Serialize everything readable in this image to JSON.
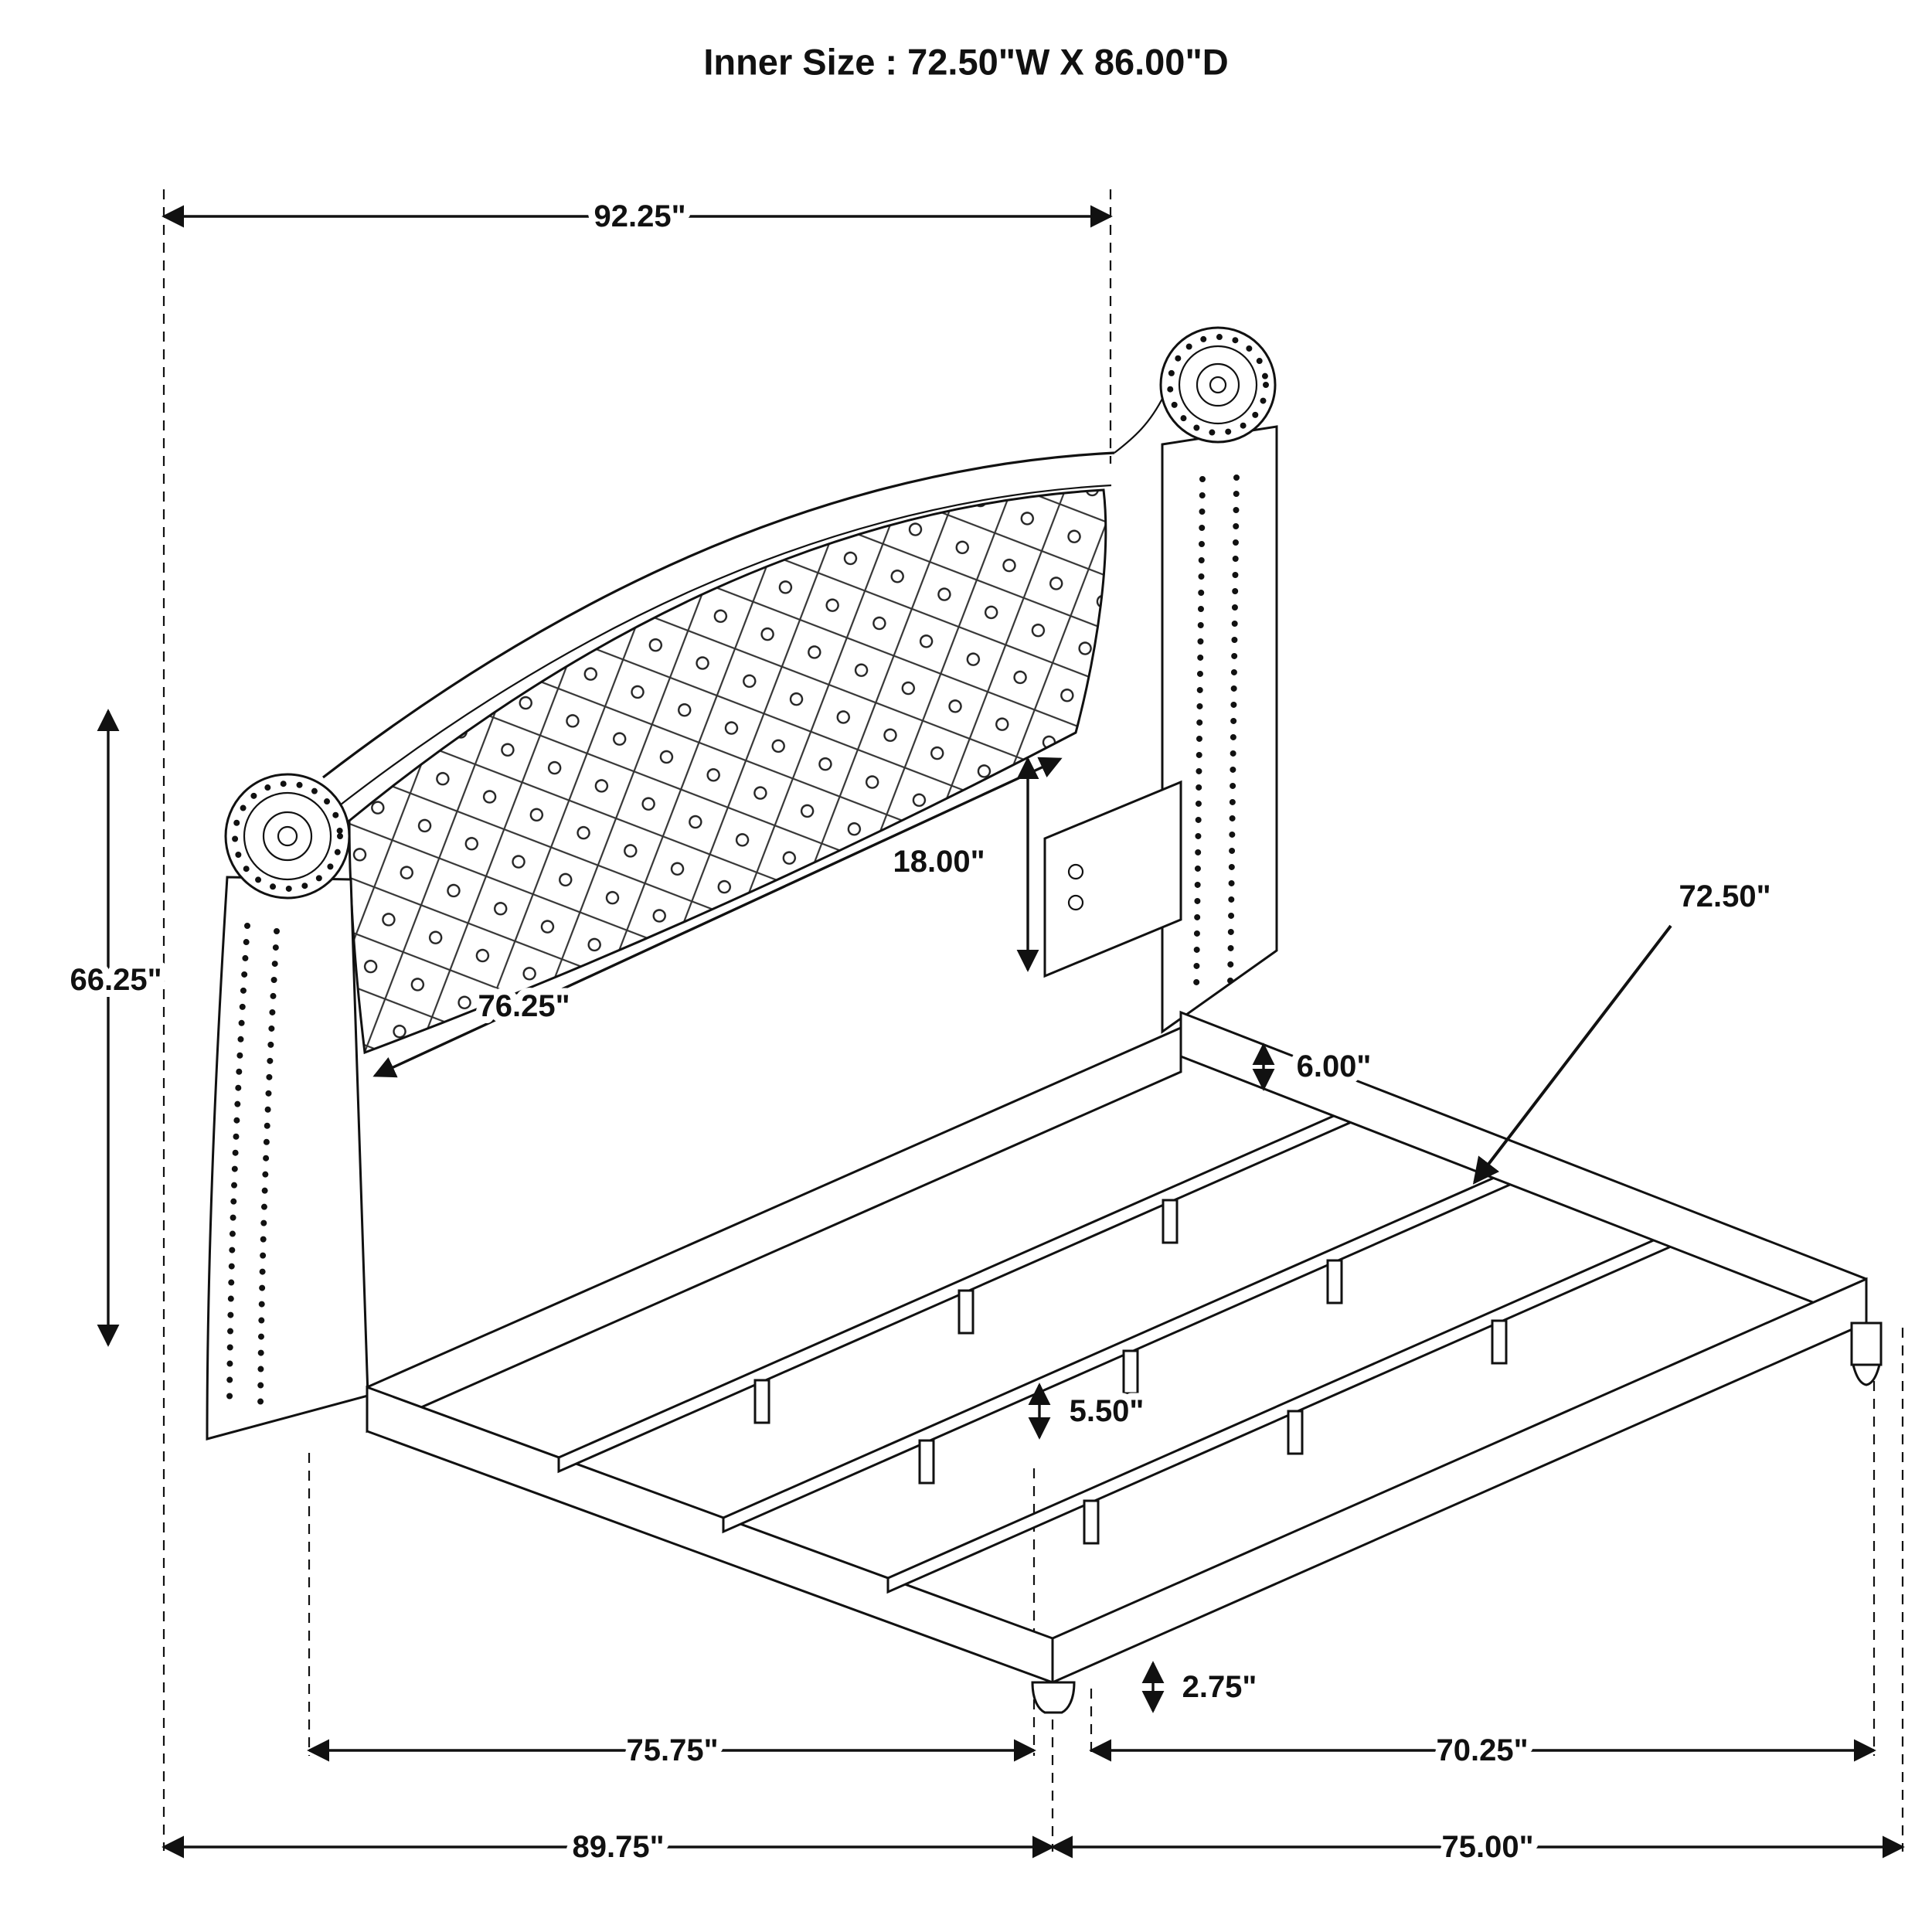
{
  "title": "Inner Size : 72.50\"W X 86.00\"D",
  "diagram": {
    "subject": "Upholstered wingback tufted bed frame dimension drawing",
    "dims": {
      "overall_width_top": "92.25\"",
      "headboard_height": "66.25\"",
      "headboard_panel": "76.25\"",
      "deck_to_headboard": "18.00\"",
      "center_rail": "72.50\"",
      "side_rail_height": "6.00\"",
      "support_leg": "5.50\"",
      "foot_height": "2.75\"",
      "frame_left_span": "75.75\"",
      "frame_right_span": "70.25\"",
      "overall_left_span": "89.75\"",
      "overall_right_span": "75.00\""
    }
  }
}
